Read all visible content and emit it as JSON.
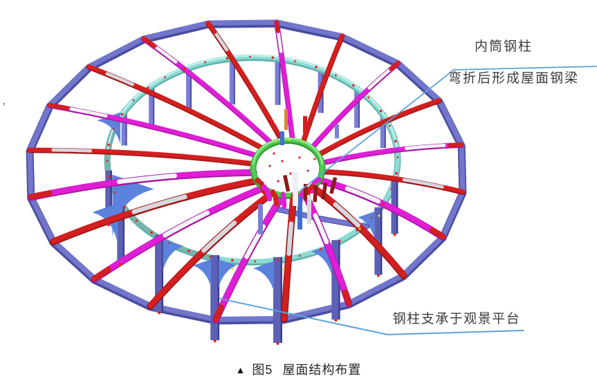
{
  "figure": {
    "annotation_inner_top": "内筒钢柱",
    "annotation_inner_bottom": "弯折后形成屋面钢梁",
    "annotation_support": "钢柱支承于观景平台",
    "caption_marker": "▲",
    "caption_label": "图5",
    "caption_title": "屋面结构布置",
    "stray_mark": "’"
  },
  "colors": {
    "outer_ring": "#7276cc",
    "outer_ring_dark": "#4a4d9e",
    "cyan_ring": "#8adcd4",
    "cyan_ring_dark": "#5fb3ab",
    "cyan_ring_light": "#c8f2ec",
    "cyan_ring_shadow": "#79b3a9",
    "beam_red": "#d21f1f",
    "beam_red_dark": "#9c1414",
    "beam_magenta": "#e01ed6",
    "beam_magenta_dark": "#a816a0",
    "beam_silver": "#d7d7de",
    "beam_white": "#f4f4f7",
    "green_ring": "#52cc52",
    "green_ring_dark": "#2f9e2f",
    "green_ring_light": "#a6eda6",
    "column_front": "#5d61b5",
    "column_front_dark": "#3c3f8a",
    "column_back": "#7a7ed8",
    "gusset_blue": "#5b82dd",
    "stub_dark_red": "#8e1a1a",
    "accent_orange": "#e2842f",
    "accent_bright_blue": "#3f6fd1",
    "node_red": "#e02020",
    "node_yellow": "#d8e030",
    "leader_blue": "#5ba3d9"
  }
}
